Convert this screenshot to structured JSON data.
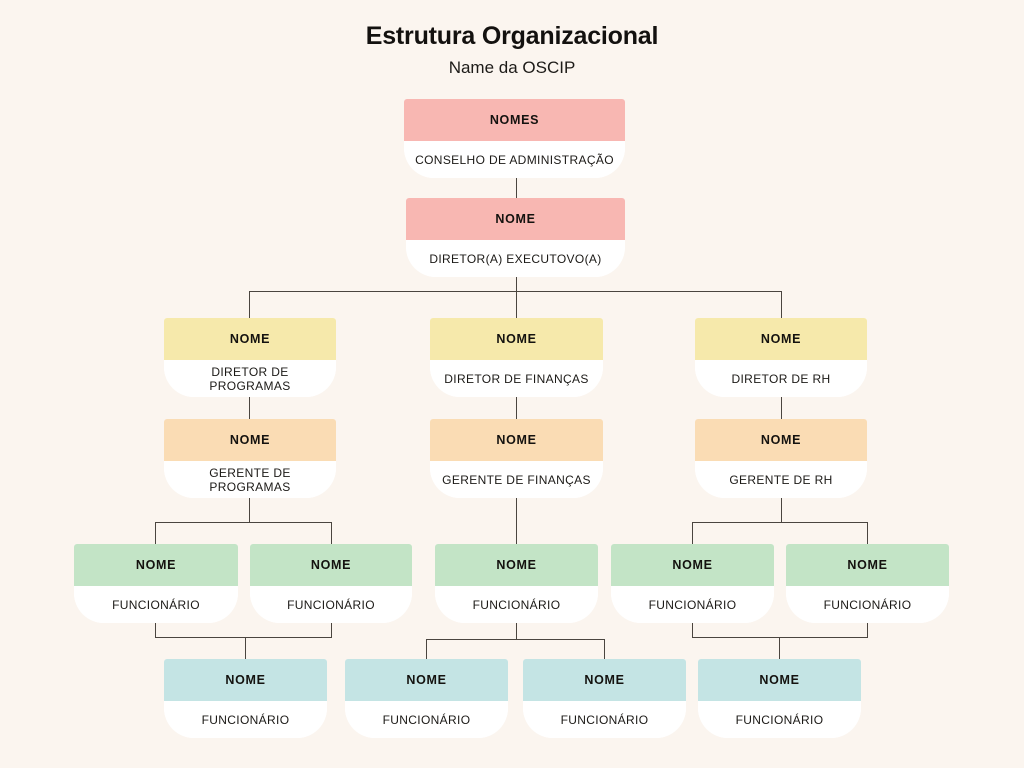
{
  "header": {
    "title": "Estrutura Organizacional",
    "subtitle": "Name da OSCIP"
  },
  "palette": {
    "background": "#fbf5ef",
    "pink": "#f8b7b2",
    "yellow": "#f6e9ab",
    "orange": "#fadcb4",
    "green": "#c3e4c6",
    "blue": "#c4e4e4",
    "line": "#4a453f",
    "text": "#14120f",
    "card_body": "#ffffff"
  },
  "chart_data": {
    "type": "diagram",
    "diagram_kind": "organizational-chart",
    "title": "Estrutura Organizacional",
    "subtitle": "Name da OSCIP",
    "levels": [
      {
        "level": 1,
        "color": "pink",
        "count": 1
      },
      {
        "level": 2,
        "color": "pink",
        "count": 1
      },
      {
        "level": 3,
        "color": "yellow",
        "count": 3
      },
      {
        "level": 4,
        "color": "orange",
        "count": 3
      },
      {
        "level": 5,
        "color": "green",
        "count": 5
      },
      {
        "level": 6,
        "color": "blue",
        "count": 4
      }
    ],
    "nodes": [
      {
        "id": "n1",
        "name": "NOMES",
        "role": "CONSELHO DE ADMINISTRAÇÃO",
        "level": 1,
        "color": "pink",
        "parent": null
      },
      {
        "id": "n2",
        "name": "NOME",
        "role": "DIRETOR(A) EXECUTOVO(A)",
        "level": 2,
        "color": "pink",
        "parent": "n1"
      },
      {
        "id": "n3",
        "name": "NOME",
        "role": "DIRETOR DE PROGRAMAS",
        "level": 3,
        "color": "yellow",
        "parent": "n2"
      },
      {
        "id": "n4",
        "name": "NOME",
        "role": "DIRETOR DE FINANÇAS",
        "level": 3,
        "color": "yellow",
        "parent": "n2"
      },
      {
        "id": "n5",
        "name": "NOME",
        "role": "DIRETOR DE RH",
        "level": 3,
        "color": "yellow",
        "parent": "n2"
      },
      {
        "id": "n6",
        "name": "NOME",
        "role": "GERENTE DE PROGRAMAS",
        "level": 4,
        "color": "orange",
        "parent": "n3"
      },
      {
        "id": "n7",
        "name": "NOME",
        "role": "GERENTE DE FINANÇAS",
        "level": 4,
        "color": "orange",
        "parent": "n4"
      },
      {
        "id": "n8",
        "name": "NOME",
        "role": "GERENTE DE RH",
        "level": 4,
        "color": "orange",
        "parent": "n5"
      },
      {
        "id": "n9",
        "name": "NOME",
        "role": "FUNCIONÁRIO",
        "level": 5,
        "color": "green",
        "parent": "n6"
      },
      {
        "id": "n10",
        "name": "NOME",
        "role": "FUNCIONÁRIO",
        "level": 5,
        "color": "green",
        "parent": "n6"
      },
      {
        "id": "n11",
        "name": "NOME",
        "role": "FUNCIONÁRIO",
        "level": 5,
        "color": "green",
        "parent": "n7"
      },
      {
        "id": "n12",
        "name": "NOME",
        "role": "FUNCIONÁRIO",
        "level": 5,
        "color": "green",
        "parent": "n8"
      },
      {
        "id": "n13",
        "name": "NOME",
        "role": "FUNCIONÁRIO",
        "level": 5,
        "color": "green",
        "parent": "n8"
      },
      {
        "id": "n14",
        "name": "NOME",
        "role": "FUNCIONÁRIO",
        "level": 6,
        "color": "blue",
        "parent": "n9,n10"
      },
      {
        "id": "n15",
        "name": "NOME",
        "role": "FUNCIONÁRIO",
        "level": 6,
        "color": "blue",
        "parent": "n11"
      },
      {
        "id": "n16",
        "name": "NOME",
        "role": "FUNCIONÁRIO",
        "level": 6,
        "color": "blue",
        "parent": "n11"
      },
      {
        "id": "n17",
        "name": "NOME",
        "role": "FUNCIONÁRIO",
        "level": 6,
        "color": "blue",
        "parent": "n12,n13"
      }
    ]
  },
  "nodes": {
    "n1": {
      "name": "NOMES",
      "role": "CONSELHO DE ADMINISTRAÇÃO"
    },
    "n2": {
      "name": "NOME",
      "role": "DIRETOR(A) EXECUTOVO(A)"
    },
    "n3": {
      "name": "NOME",
      "role": "DIRETOR DE PROGRAMAS"
    },
    "n4": {
      "name": "NOME",
      "role": "DIRETOR DE FINANÇAS"
    },
    "n5": {
      "name": "NOME",
      "role": "DIRETOR DE RH"
    },
    "n6": {
      "name": "NOME",
      "role": "GERENTE DE PROGRAMAS"
    },
    "n7": {
      "name": "NOME",
      "role": "GERENTE DE FINANÇAS"
    },
    "n8": {
      "name": "NOME",
      "role": "GERENTE DE RH"
    },
    "n9": {
      "name": "NOME",
      "role": "FUNCIONÁRIO"
    },
    "n10": {
      "name": "NOME",
      "role": "FUNCIONÁRIO"
    },
    "n11": {
      "name": "NOME",
      "role": "FUNCIONÁRIO"
    },
    "n12": {
      "name": "NOME",
      "role": "FUNCIONÁRIO"
    },
    "n13": {
      "name": "NOME",
      "role": "FUNCIONÁRIO"
    },
    "n14": {
      "name": "NOME",
      "role": "FUNCIONÁRIO"
    },
    "n15": {
      "name": "NOME",
      "role": "FUNCIONÁRIO"
    },
    "n16": {
      "name": "NOME",
      "role": "FUNCIONÁRIO"
    },
    "n17": {
      "name": "NOME",
      "role": "FUNCIONÁRIO"
    }
  }
}
